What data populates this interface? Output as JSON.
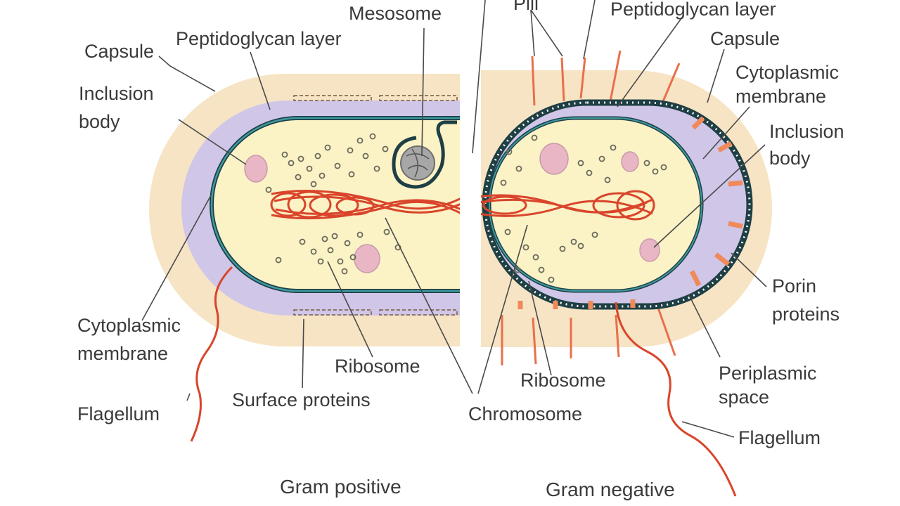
{
  "labels": {
    "gp_capsule": "Capsule",
    "gp_peptidoglycan": "Peptidoglycan layer",
    "gp_mesosome": "Mesosome",
    "gp_inclusion_1": "Inclusion",
    "gp_inclusion_2": "body",
    "gp_cytoplasmic_1": "Cytoplasmic",
    "gp_cytoplasmic_2": "membrane",
    "gp_ribosome": "Ribosome",
    "gp_surface_proteins": "Surface proteins",
    "gp_flagellum": "Flagellum",
    "chromosome": "Chromosome",
    "gn_pili": "Pili",
    "gn_peptidoglycan": "Peptidoglycan layer",
    "gn_capsule": "Capsule",
    "gn_cytoplasmic_1": "Cytoplasmic",
    "gn_cytoplasmic_2": "membrane",
    "gn_inclusion_1": "Inclusion",
    "gn_inclusion_2": "body",
    "gn_porin_1": "Porin",
    "gn_porin_2": "proteins",
    "gn_periplasmic_1": "Periplasmic",
    "gn_periplasmic_2": "space",
    "gn_ribosome": "Ribosome",
    "gn_flagellum": "Flagellum"
  },
  "captions": {
    "gram_positive": "Gram positive",
    "gram_negative": "Gram negative"
  },
  "colors": {
    "capsule": "#f6e4c4",
    "peptidoglycan": "#cfc6e8",
    "cytoplasm": "#fbf2c6",
    "membrane": "#2f7f83",
    "chromosome": "#d9452b",
    "inclusion": "#e8b6c4",
    "porin": "#f08a5a",
    "pili": "#e8704a"
  }
}
